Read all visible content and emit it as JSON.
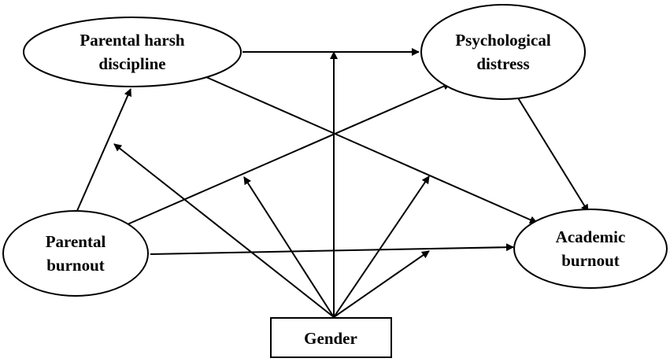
{
  "diagram": {
    "nodes": {
      "parental_harsh_discipline": {
        "line1": "Parental harsh",
        "line2": "discipline"
      },
      "psychological_distress": {
        "line1": "Psychological",
        "line2": "distress"
      },
      "parental_burnout": {
        "line1": "Parental",
        "line2": "burnout"
      },
      "academic_burnout": {
        "line1": "Academic",
        "line2": "burnout"
      },
      "gender": {
        "label": "Gender"
      }
    },
    "colors": {
      "stroke": "#000000",
      "background": "#ffffff"
    }
  }
}
